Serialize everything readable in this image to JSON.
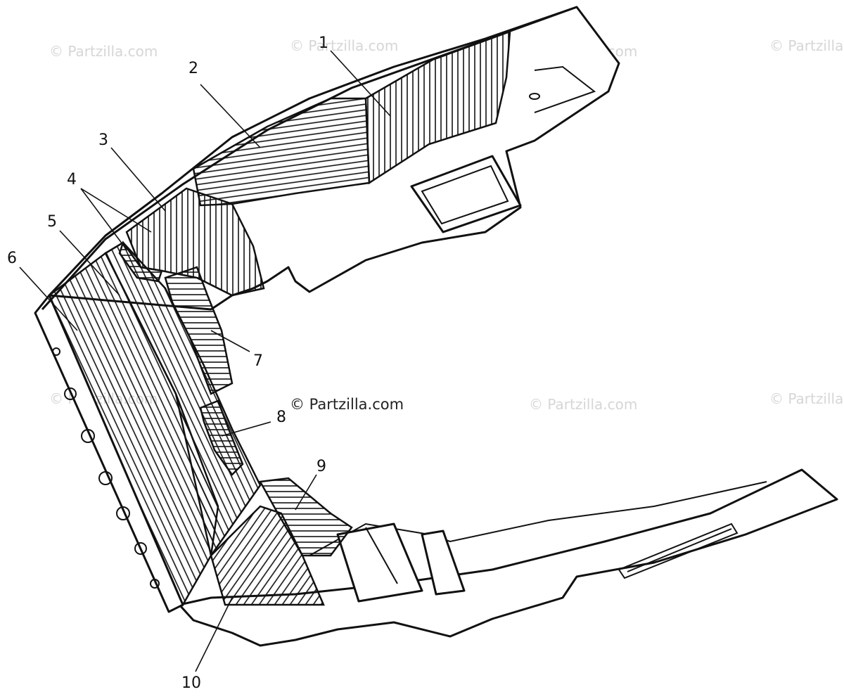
{
  "callouts": [
    "1",
    "2",
    "3",
    "4",
    "5",
    "6",
    "7",
    "8",
    "9",
    "10"
  ],
  "watermark": "© Partzilla.com",
  "colors": {
    "line": "#111111",
    "watermark_faint": "#d6d6d6",
    "background": "#ffffff"
  }
}
